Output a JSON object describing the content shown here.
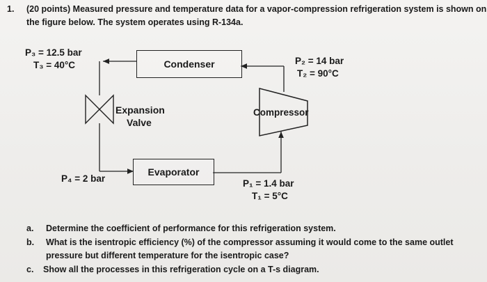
{
  "question": {
    "number": "1.",
    "line1": "(20 points) Measured pressure and temperature data for a vapor-compression refrigeration system is shown on",
    "line2": "the figure below. The system operates using R-134a."
  },
  "diagram": {
    "condenser": "Condenser",
    "evaporator": "Evaporator",
    "compressor": "Compressor",
    "expansion_valve_line1": "Expansion",
    "expansion_valve_line2": "Valve",
    "state1_p": "P₁ = 1.4 bar",
    "state1_t": "T₁ = 5°C",
    "state2_p": "P₂ = 14 bar",
    "state2_t": "T₂ = 90°C",
    "state3_p": "P₃ = 12.5 bar",
    "state3_t": "T₃ = 40°C",
    "state4_p": "P₄ = 2 bar"
  },
  "subquestions": [
    {
      "letter": "a.",
      "text": "Determine the coefficient of performance for this refrigeration system."
    },
    {
      "letter": "b.",
      "text": "What is the isentropic efficiency (%) of the compressor assuming it would come to the same outlet",
      "text2": "pressure but different temperature for the isentropic case?"
    },
    {
      "letter": "c.",
      "text": "Show all the processes in this refrigeration cycle on a T-s diagram."
    }
  ]
}
